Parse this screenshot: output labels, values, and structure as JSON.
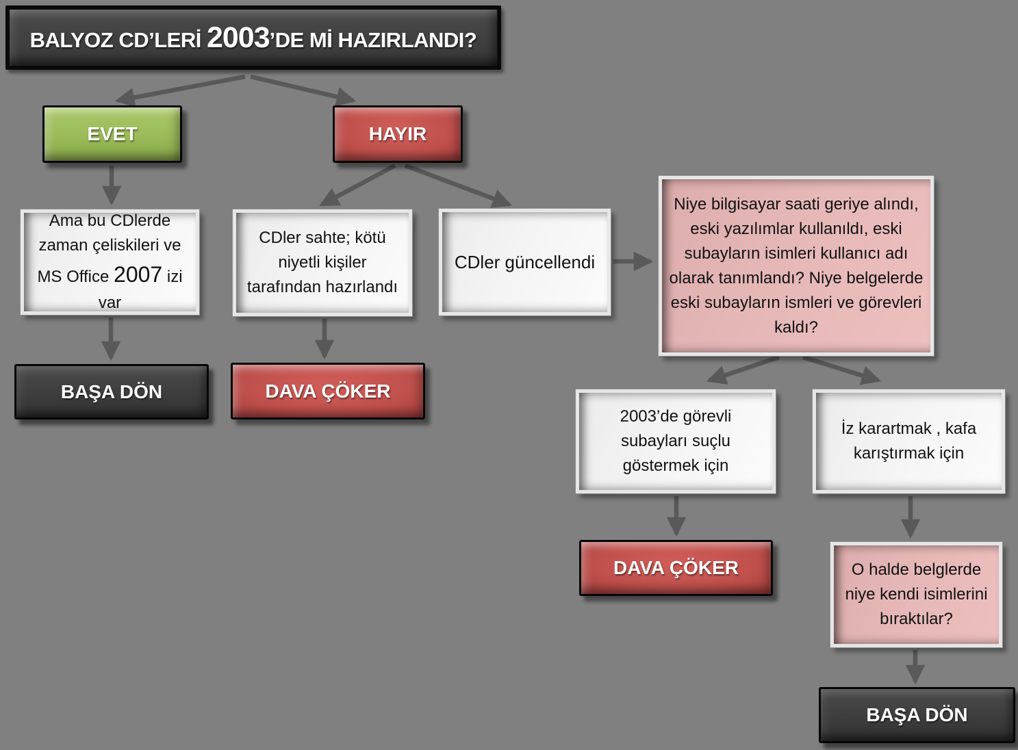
{
  "title": {
    "part1": "BALYOZ CD’LERİ ",
    "year": "2003",
    "part2": "’DE Mİ HAZIRLANDI?"
  },
  "nodes": {
    "evet": {
      "label": "EVET"
    },
    "hayir": {
      "label": "HAYIR"
    },
    "ama": {
      "text1": "Ama bu CDlerde zaman çeliskileri ve MS Office ",
      "year": "2007",
      "text2": " izi var"
    },
    "sahte": {
      "text": "CDler sahte; kötü niyetli kişiler tarafından hazırlandı"
    },
    "guncel": {
      "text": "CDler güncellendi"
    },
    "niye": {
      "text": "Niye  bilgisayar saati geriye alındı, eski yazılımlar kullanıldı, eski subayların isimleri kullanıcı adı olarak tanımlandı? Niye belgelerde eski subayların ismleri ve görevleri kaldı?"
    },
    "basa_don_1": {
      "label": "BAŞA DÖN"
    },
    "dava_coker_1": {
      "label": "DAVA ÇÖKER"
    },
    "gorevli": {
      "text": "2003’de görevli subayları suçlu göstermek için"
    },
    "iz": {
      "text": "İz karartmak , kafa karıştırmak için"
    },
    "dava_coker_2": {
      "label": "DAVA ÇÖKER"
    },
    "o_halde": {
      "text": "O halde belglerde niye kendi isimlerini bıraktılar?"
    },
    "basa_don_2": {
      "label": "BAŞA DÖN"
    }
  },
  "colors": {
    "background": "#808080",
    "arrow": "#595959",
    "title_fill": "#404040",
    "yes_green": "#9bbb59",
    "no_red": "#c0504d",
    "plain_box": "#f2f2f2",
    "pink_box": "#e5b8b7",
    "dark_button": "#3c3c3c"
  }
}
